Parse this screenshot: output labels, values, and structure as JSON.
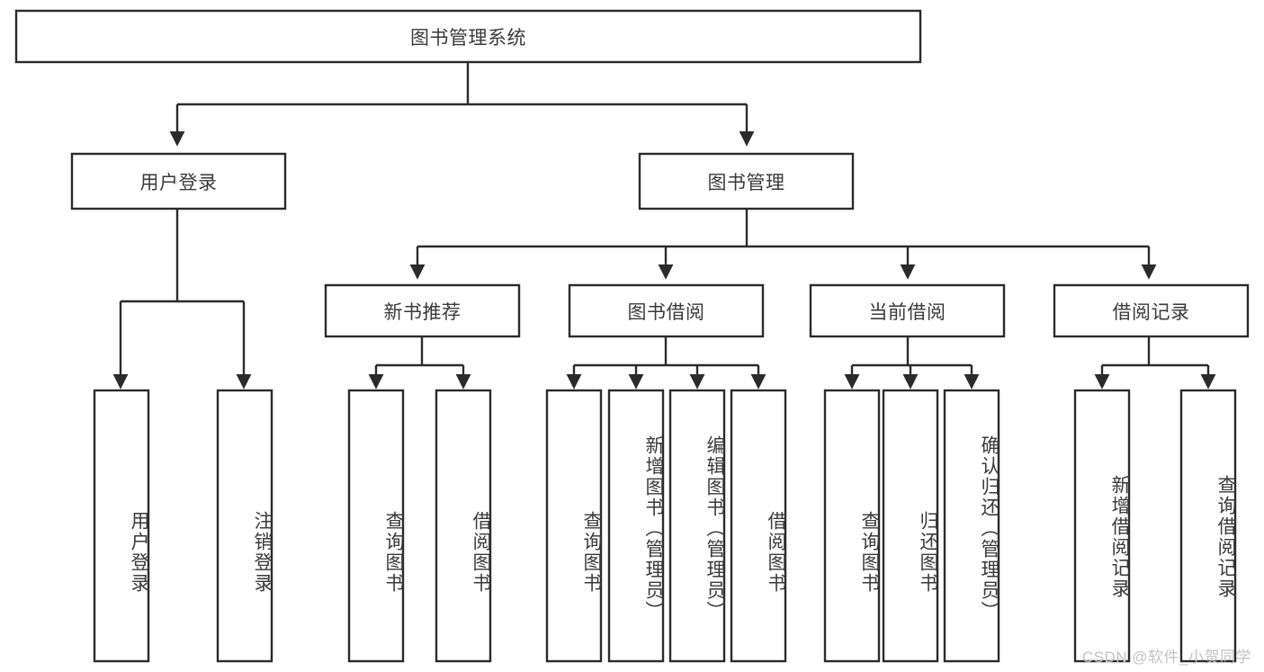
{
  "diagram": {
    "type": "tree-hierarchy-chart",
    "title_node": {
      "label": "图书管理系统"
    },
    "level2": [
      {
        "id": "user-login",
        "label": "用户登录"
      },
      {
        "id": "book-manage",
        "label": "图书管理"
      }
    ],
    "level3": [
      {
        "id": "new-book-recommend",
        "label": "新书推荐"
      },
      {
        "id": "book-borrow",
        "label": "图书借阅"
      },
      {
        "id": "current-borrow",
        "label": "当前借阅"
      },
      {
        "id": "borrow-record",
        "label": "借阅记录"
      }
    ],
    "leaves": [
      {
        "id": "leaf-user-login",
        "label": "用户登录",
        "parent": "user-login"
      },
      {
        "id": "leaf-user-logout",
        "label": "注销登录",
        "parent": "user-login"
      },
      {
        "id": "leaf-query-book-1",
        "label": "查询图书",
        "parent": "new-book-recommend"
      },
      {
        "id": "leaf-borrow-book-1",
        "label": "借阅图书",
        "parent": "new-book-recommend"
      },
      {
        "id": "leaf-query-book-2",
        "label": "查询图书",
        "parent": "book-borrow"
      },
      {
        "id": "leaf-add-book",
        "label": "新增图书（管理员）",
        "parent": "book-borrow"
      },
      {
        "id": "leaf-edit-book",
        "label": "编辑图书（管理员）",
        "parent": "book-borrow"
      },
      {
        "id": "leaf-borrow-book-2",
        "label": "借阅图书",
        "parent": "book-borrow"
      },
      {
        "id": "leaf-query-book-3",
        "label": "查询图书",
        "parent": "current-borrow"
      },
      {
        "id": "leaf-return-book",
        "label": "归还图书",
        "parent": "current-borrow"
      },
      {
        "id": "leaf-confirm-return",
        "label": "确认归还（管理员）",
        "parent": "current-borrow"
      },
      {
        "id": "leaf-add-record",
        "label": "新增借阅记录",
        "parent": "borrow-record"
      },
      {
        "id": "leaf-query-record",
        "label": "查询借阅记录",
        "parent": "borrow-record"
      }
    ],
    "watermark": "CSDN @软件_小贺同学",
    "colors": {
      "stroke": "#2b2b2b",
      "box_fill": "#ffffff",
      "text": "#3a3a3a",
      "watermark": "#c3c3c3",
      "background": "#ffffff"
    }
  }
}
